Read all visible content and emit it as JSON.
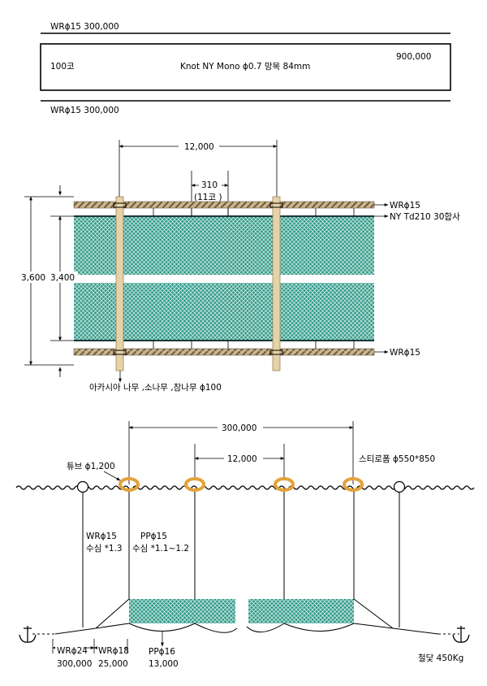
{
  "panel1": {
    "top_rope_label": "WRϕ15  300,000",
    "box_left": "100코",
    "box_center": "Knot NY Mono ϕ0.7 망목 84mm",
    "box_right": "900,000",
    "bottom_rope_label": "WRϕ15  300,000"
  },
  "panel2": {
    "dim_span": "12,000",
    "dim_mesh": "310",
    "dim_mesh_sub": "(11코 )",
    "height_total": "3,600",
    "height_net": "3,400",
    "label_top_rope": "WRϕ15",
    "label_net": "NY Td210 30합사",
    "label_bottom_rope": "WRϕ15",
    "pole_caption": "아카시아 나무 ,소나무 ,참나무 ϕ100"
  },
  "panel3": {
    "dim_top": "300,000",
    "dim_mid": "12,000",
    "tube_label": "튜브 ϕ1,200",
    "styrofoam_label": "스티로폼 ϕ550*850",
    "wr_label": "WRϕ15",
    "wr_depth": "수심 *1.3",
    "pp_label": "PPϕ15",
    "pp_depth": "수심 *1.1~1.2",
    "bottom_labels": [
      {
        "name": "WRϕ24",
        "value": "300,000"
      },
      {
        "name": "WRϕ18",
        "value": "25,000"
      },
      {
        "name": "PPϕ16",
        "value": "13,000"
      }
    ],
    "anchor_label": "철닻 450Kg"
  },
  "colors": {
    "net_fill": "#2f9a8a",
    "rope": "#b39a73",
    "pole": "#e6d2a8",
    "float_ring": "#e2a23a"
  }
}
